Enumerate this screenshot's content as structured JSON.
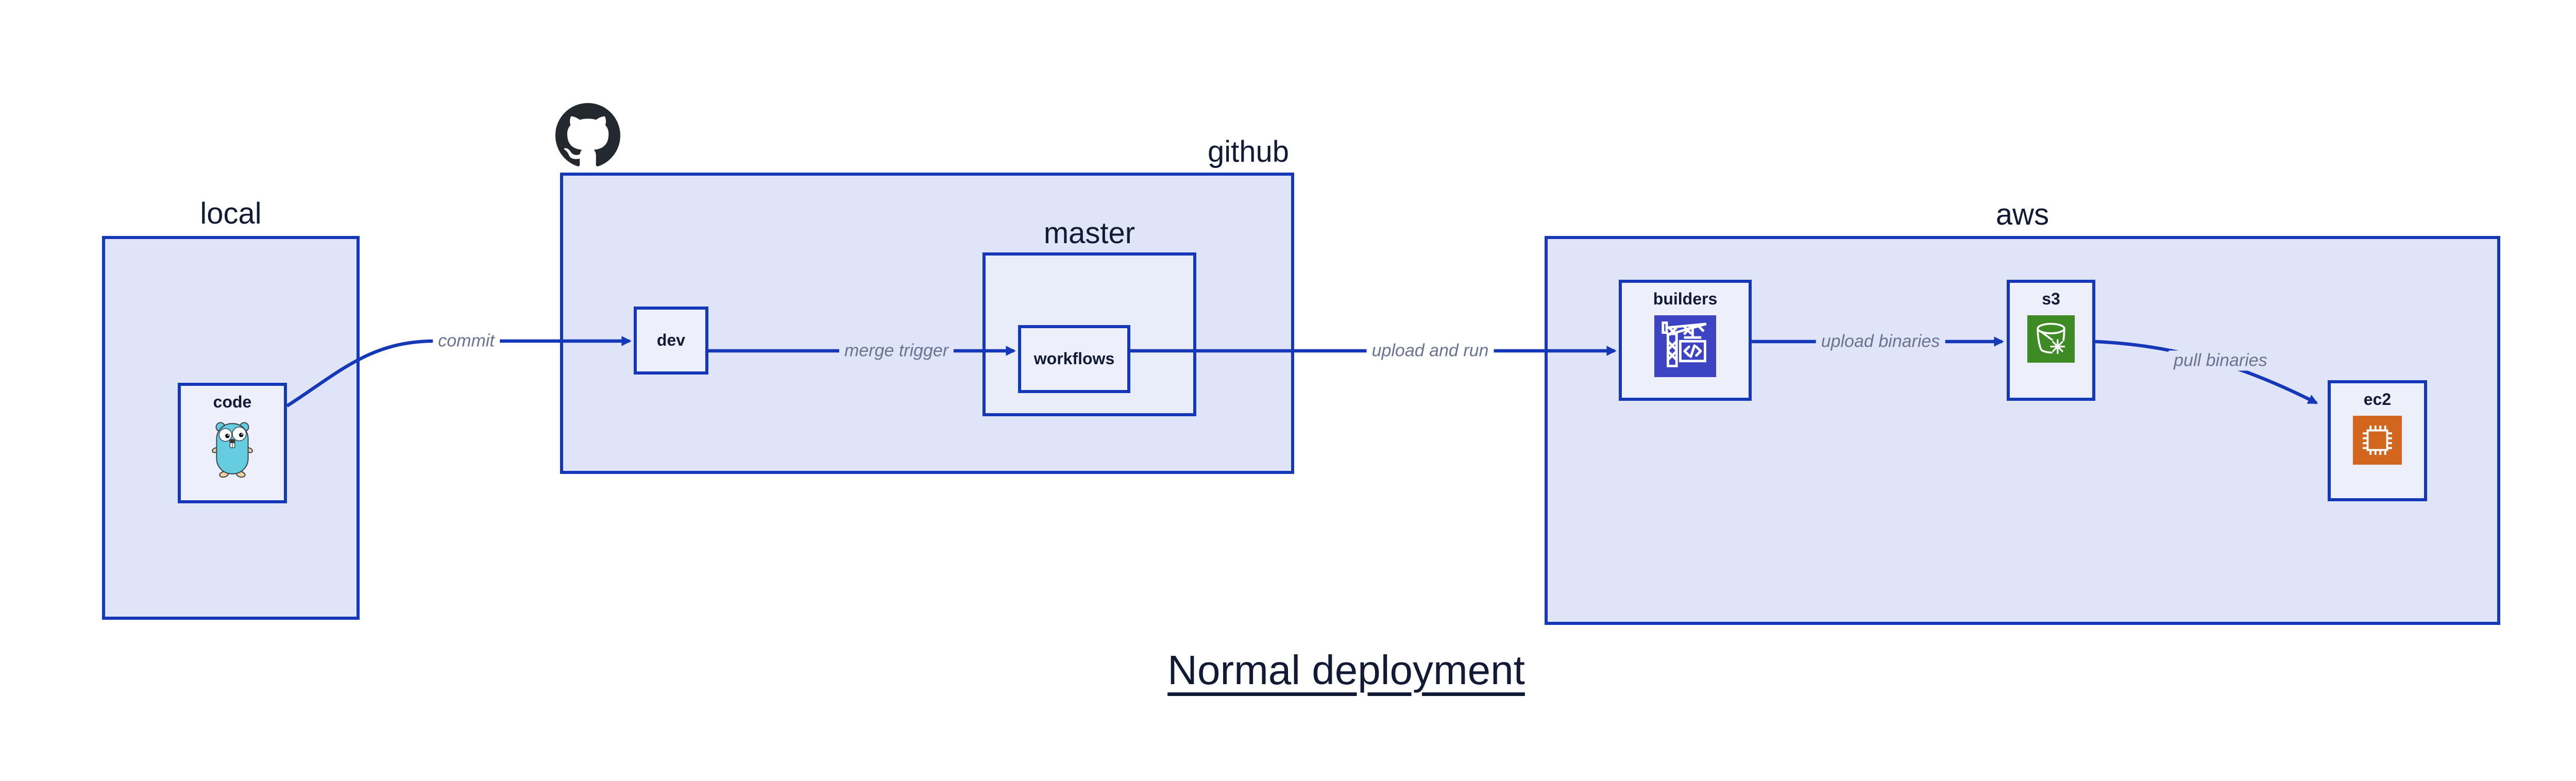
{
  "title": {
    "text": "Normal deployment"
  },
  "palette": {
    "canvas_bg": "#ffffff",
    "container_fill": "#dfe4f8",
    "nested_container_fill": "#e9edfa",
    "node_fill": "#edf0fb",
    "border_blue": "#1538b8",
    "arrow_blue": "#1538b8",
    "label_navy": "#131a35",
    "edge_label_gray": "#6b7390",
    "codebuild_indigo": "#3d44c4",
    "s3_green": "#3e8a24",
    "ec2_orange": "#d2661e",
    "gopher_teal": "#66cde0",
    "gopher_beige": "#f2cf9d",
    "github_black": "#24292f"
  },
  "logo": {
    "name": "github-octocat-logo"
  },
  "containers": {
    "local": {
      "label": "local"
    },
    "github": {
      "label": "github"
    },
    "master": {
      "label": "master"
    },
    "aws": {
      "label": "aws"
    }
  },
  "nodes": {
    "code": {
      "label": "code",
      "icon": "go-gopher-icon"
    },
    "dev": {
      "label": "dev"
    },
    "workflows": {
      "label": "workflows"
    },
    "builders": {
      "label": "builders",
      "icon": "aws-codebuild-crane-icon"
    },
    "s3": {
      "label": "s3",
      "icon": "aws-s3-glacier-bucket-icon"
    },
    "ec2": {
      "label": "ec2",
      "icon": "aws-ec2-chip-icon"
    }
  },
  "edges": [
    {
      "label": "commit",
      "from": "code",
      "to": "dev"
    },
    {
      "label": "merge trigger",
      "from": "dev",
      "to": "workflows"
    },
    {
      "label": "upload and run",
      "from": "workflows",
      "to": "builders"
    },
    {
      "label": "upload binaries",
      "from": "builders",
      "to": "s3"
    },
    {
      "label": "pull binaries",
      "from": "s3",
      "to": "ec2"
    }
  ]
}
